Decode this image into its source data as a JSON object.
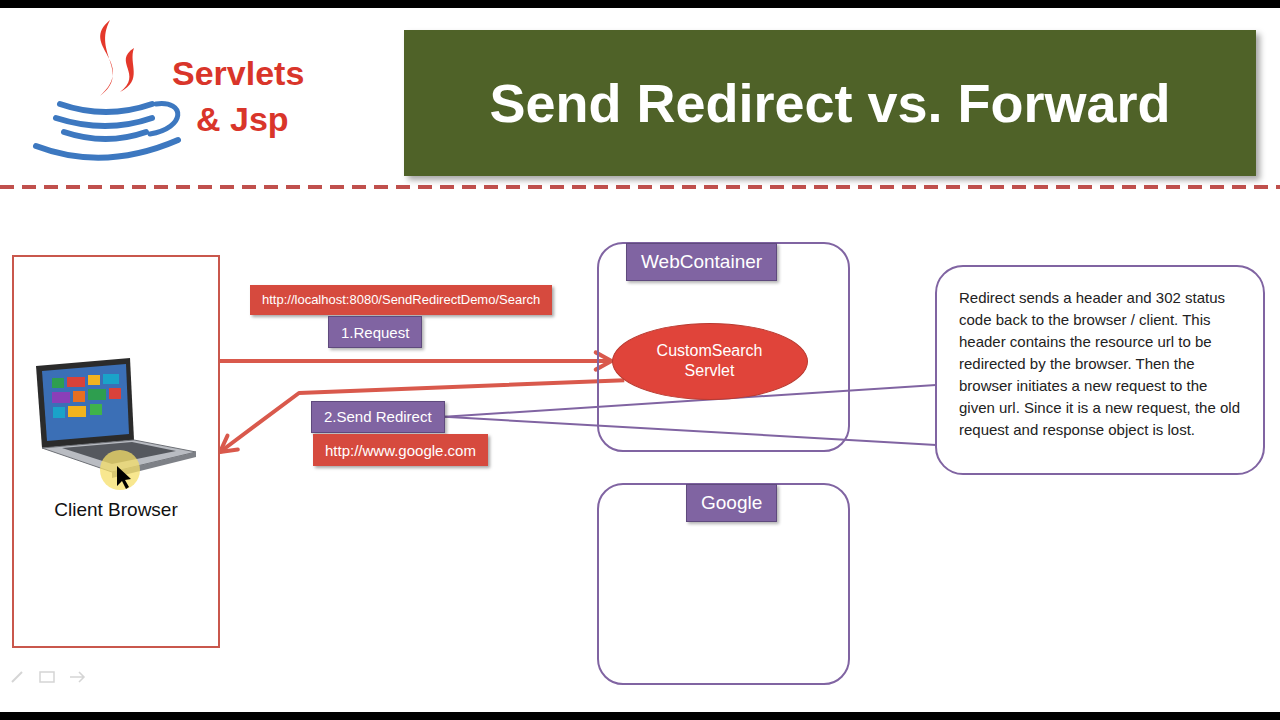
{
  "diagram": {
    "title": "Send Redirect vs. Forward",
    "nodes": [
      {
        "text": [
          "Client Browser"
        ]
      },
      {
        "text": [
          "http://localhost:8080/SendRedirectDemo/Search"
        ]
      },
      {
        "text": [
          "1.Request"
        ]
      },
      {
        "text": [
          "WebContainer"
        ]
      },
      {
        "text": [
          "CustomSearch Servlet"
        ],
        "in": 3
      },
      {
        "text": [
          "2.Send Redirect"
        ]
      },
      {
        "text": [
          "http://www.google.com"
        ]
      },
      {
        "text": [
          "Redirect sends a header and 302 status code back to the browser / client. This header contains the resource url to be redirected by the browser. Then the browser initiates a new request to the given url. Since it is a new request, the old request and response object is lost."
        ]
      },
      {
        "text": [
          "Google"
        ]
      }
    ],
    "edges": [
      {
        "from": 0,
        "to": 4,
        "arrow": "to"
      },
      {
        "from": 4,
        "to": 0,
        "arrow": "to"
      },
      {
        "from": 5,
        "to": 7,
        "arrow": "none"
      }
    ],
    "labels": [
      "Servlets",
      "& Jsp"
    ]
  }
}
